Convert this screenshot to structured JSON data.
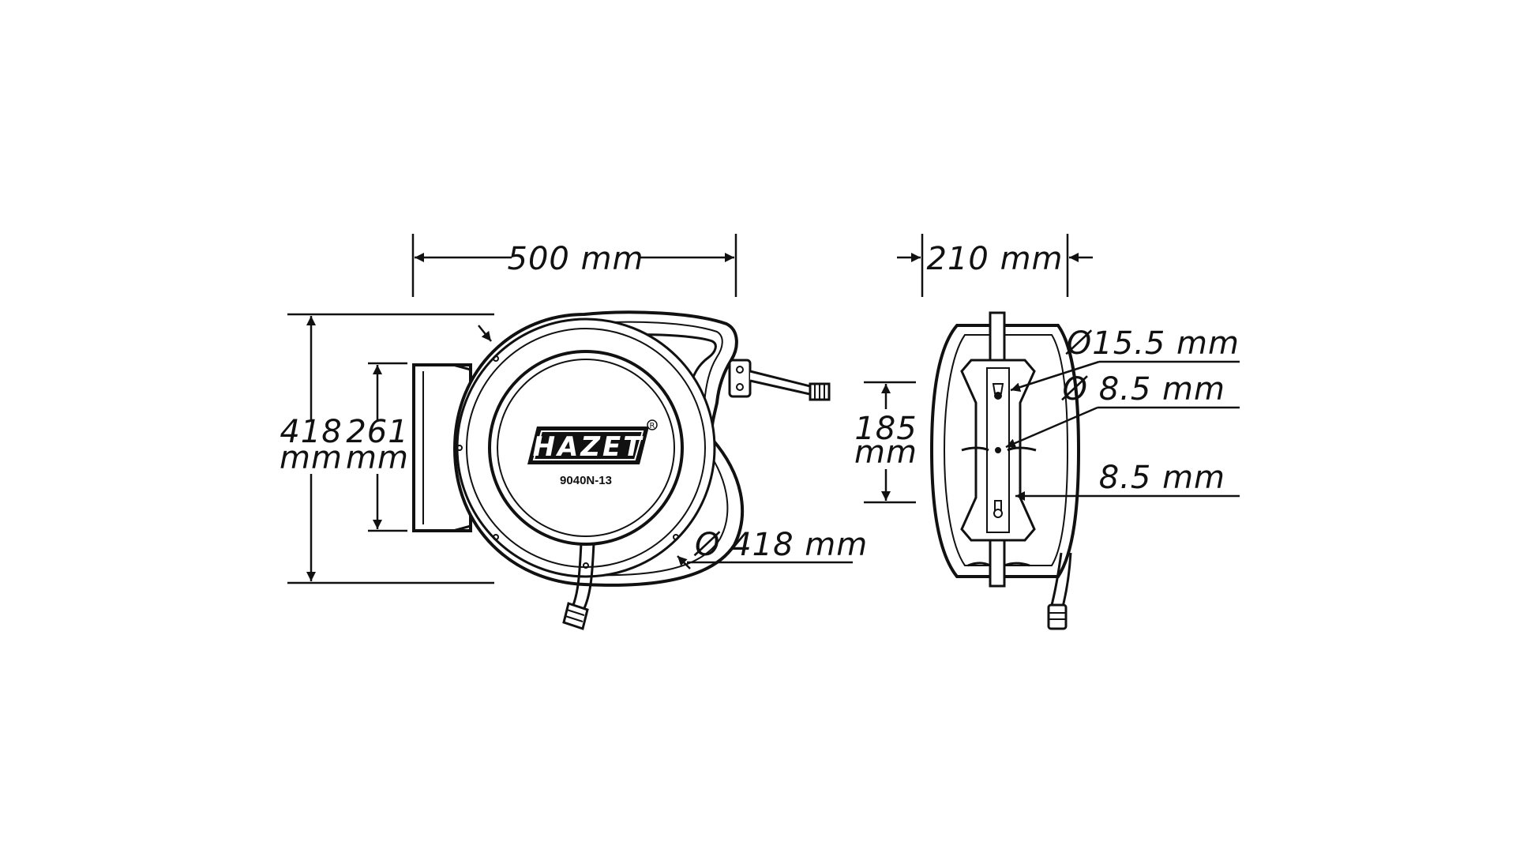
{
  "dimensions": {
    "width": "500 mm",
    "depth": "210 mm",
    "height_value": "418",
    "height_unit": "mm",
    "bracket_height_value": "261",
    "bracket_height_unit": "mm",
    "diameter": "Ø 418 mm",
    "hole_spacing_value": "185",
    "hole_spacing_unit": "mm",
    "hole_large": "Ø15.5 mm",
    "hole_small": "Ø 8.5 mm",
    "slot_width": "8.5 mm"
  },
  "product": {
    "brand": "HAZET",
    "registered_mark": "R",
    "model": "9040N-13"
  },
  "colors": {
    "line": "#111111",
    "background": "#ffffff"
  }
}
